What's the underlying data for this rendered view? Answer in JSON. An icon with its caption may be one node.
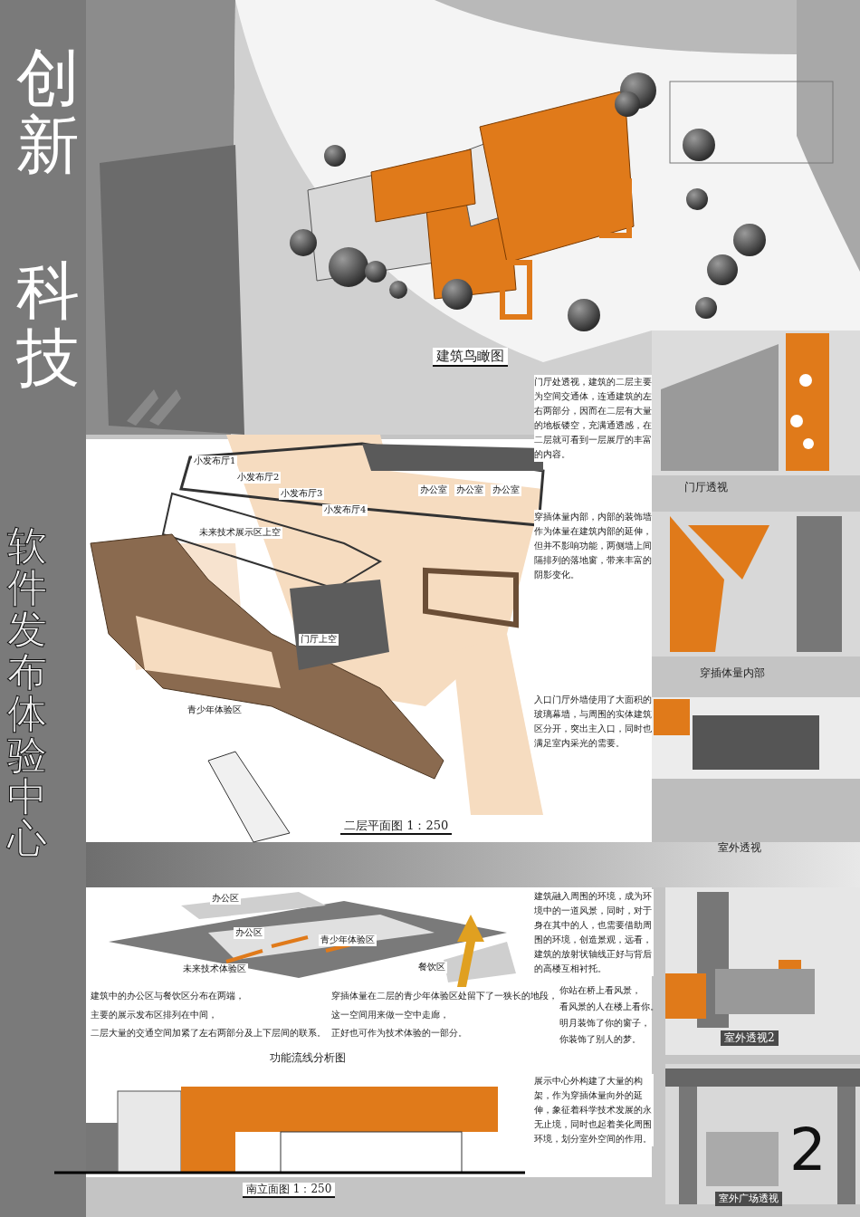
{
  "diagram": {
    "labels": [
      "创新",
      "科技",
      "软件发布体验中心",
      "建筑鸟瞰图",
      "门厅处透视，建筑的二层主要为空间交通体，连通建筑的左右两部分，因而在二层有大量的地板镂空，充满通透感，在二层就可看到一层展厅的丰富的内容。",
      "门厅透视",
      "穿插体量内部，内部的装饰墙作为体量在建筑内部的延伸，但并不影响功能，两侧墙上间隔排列的落地窗，带来丰富的阴影变化。",
      "穿插体量内部",
      "入口门厅外墙使用了大面积的玻璃幕墙，与周围的实体建筑区分开，突出主入口，同时也满足室内采光的需要。",
      "室外透视",
      "小发布厅1",
      "小发布厅2",
      "小发布厅3",
      "小发布厅4",
      "未来技术展示区上空",
      "办公室",
      "办公室",
      "办公室",
      "门厅上空",
      "青少年体验区",
      "二层平面图 1：250",
      "办公区",
      "办公区",
      "青少年体验区",
      "未来技术体验区",
      "餐饮区",
      "建筑中的办公区与餐饮区分布在两端，",
      "主要的展示发布区排列在中间，",
      "二层大量的交通空间加紧了左右两部分及上下层间的联系。",
      "穿插体量在二层的青少年体验区处留下了一狭长的地段，",
      "这一空间用来做一空中走廊，",
      "正好也可作为技术体验的一部分。",
      "功能流线分析图",
      "建筑融入周围的环境，成为环境中的一道风景，同时，对于身在其中的人，也需要借助周围的环境，创造景观，远看，建筑的放射状轴线正好与背后的高楼互相衬托。",
      "你站在桥上看风景，",
      "看风景的人在楼上看你。",
      "明月装饰了你的窗子，",
      "你装饰了别人的梦。",
      "室外透视2",
      "展示中心外构建了大量的构架，作为穿插体量向外的延伸，象征着科学技术发展的永无止境，同时也起着美化周围环境，划分室外空间的作用。",
      "室外广场透视",
      "南立面图 1：250",
      "2"
    ]
  }
}
